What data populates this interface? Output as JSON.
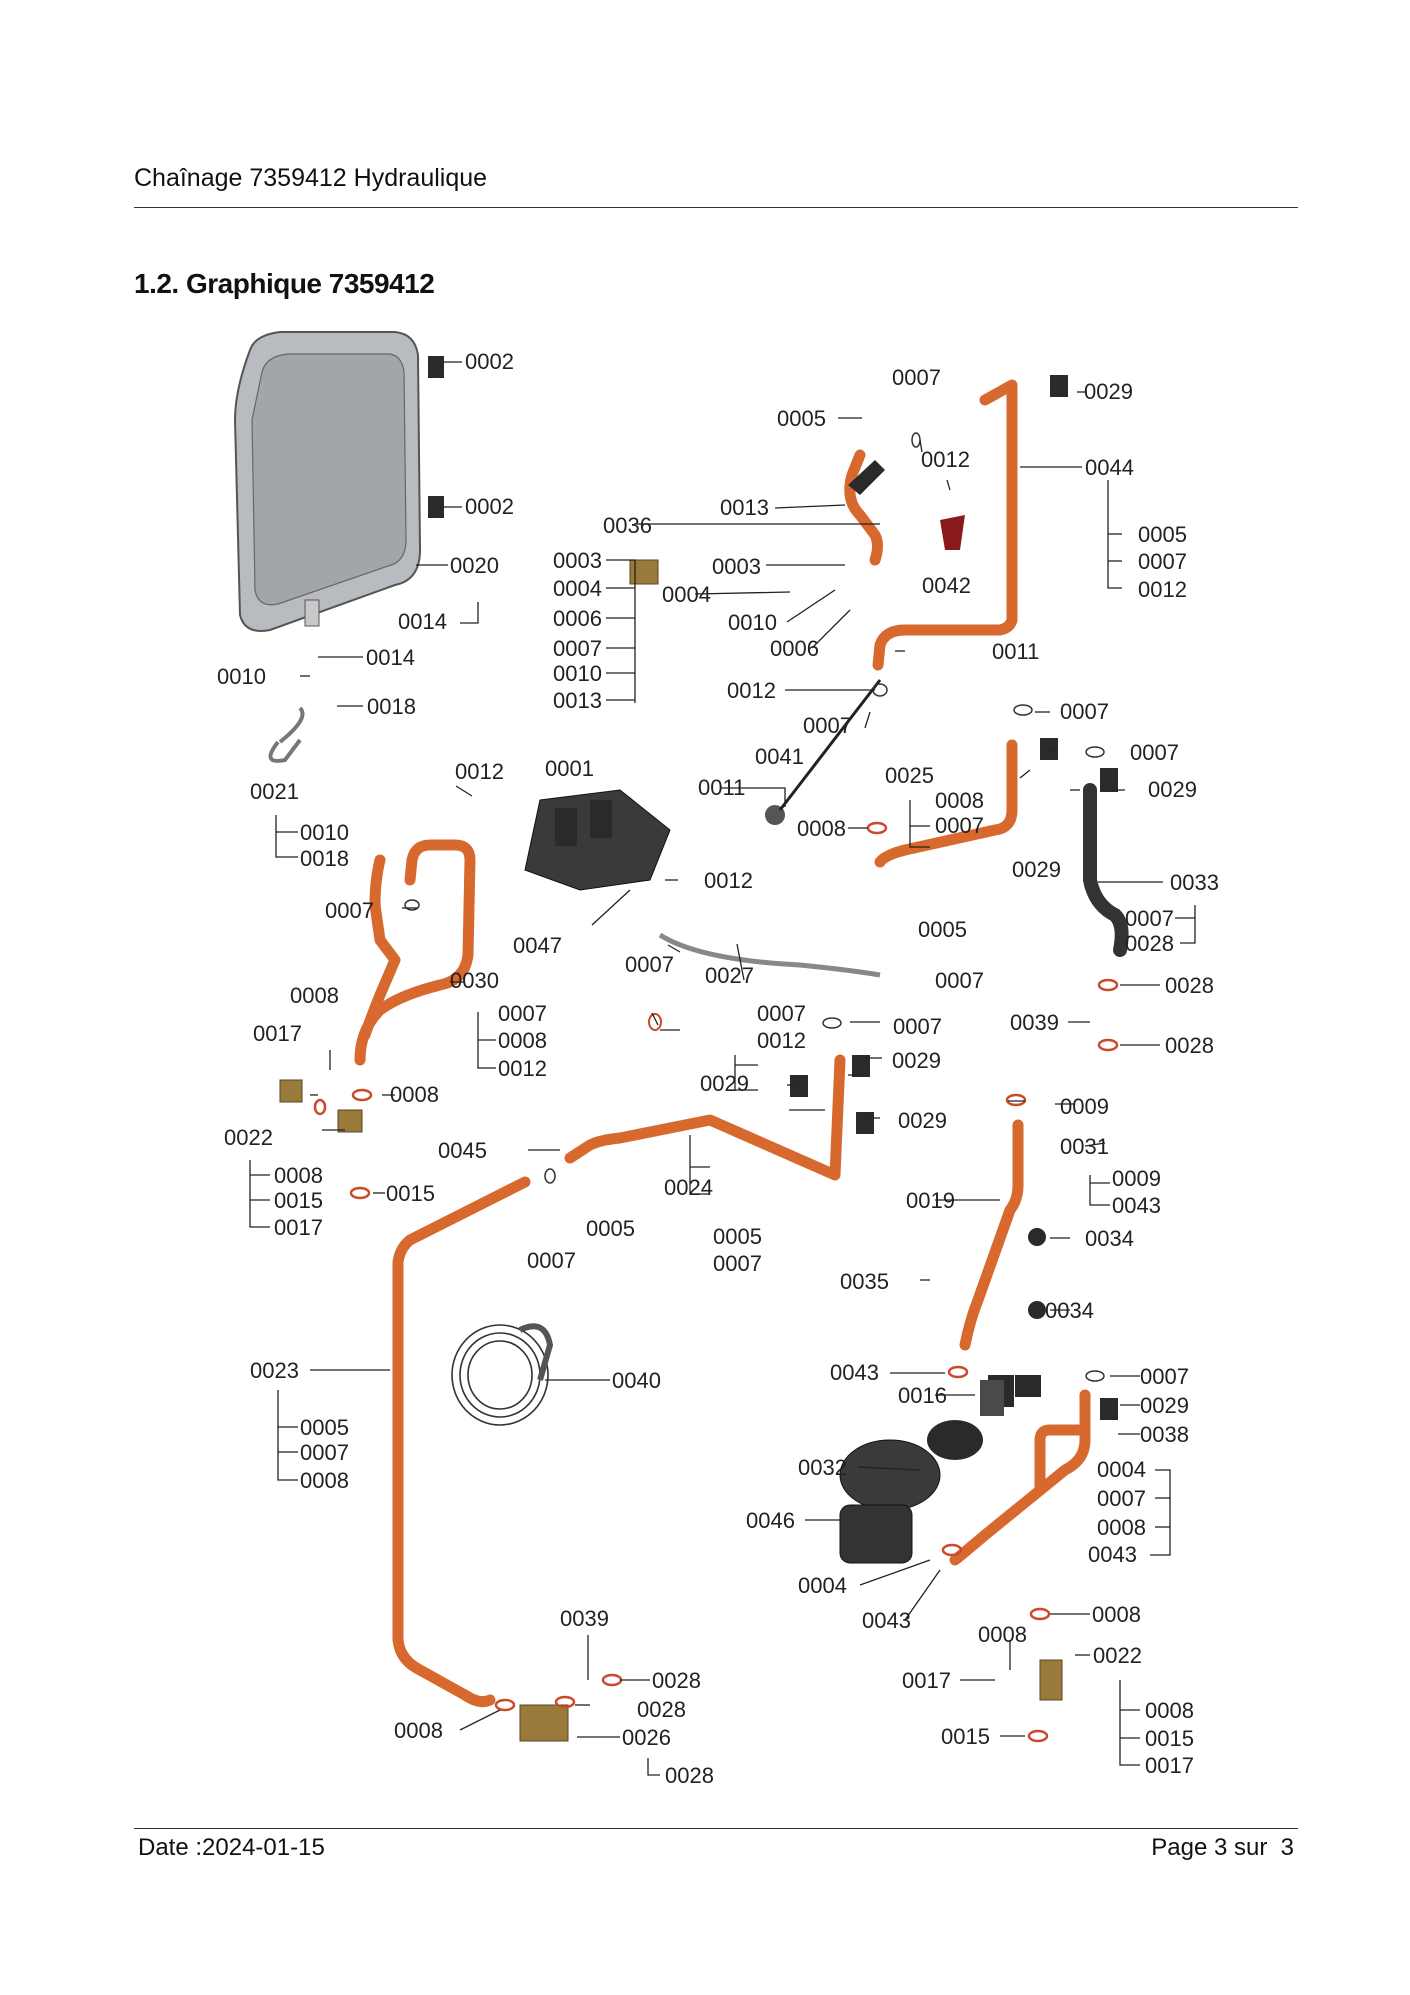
{
  "header": {
    "title": "Chaînage 7359412 Hydraulique"
  },
  "section": {
    "title": "1.2. Graphique 7359412"
  },
  "footer": {
    "date": "Date :2024-01-15",
    "page": "Page 3 sur  3"
  },
  "callouts": [
    "0002",
    "0002",
    "0020",
    "0014",
    "0014",
    "0010",
    "0018",
    "0021",
    "0010",
    "0018",
    "0005",
    "0007",
    "0029",
    "0012",
    "0044",
    "0005",
    "0007",
    "0012",
    "0013",
    "0036",
    "0003",
    "0004",
    "0006",
    "0007",
    "0010",
    "0013",
    "0003",
    "0004",
    "0010",
    "0006",
    "0042",
    "0011",
    "0012",
    "0007",
    "0007",
    "0041",
    "0011",
    "0008",
    "0025",
    "0008",
    "0007",
    "0029",
    "0007",
    "0029",
    "0033",
    "0007",
    "0028",
    "0028",
    "0039",
    "0028",
    "0012",
    "0001",
    "0012",
    "0007",
    "0030",
    "0007",
    "0008",
    "0012",
    "0008",
    "0017",
    "0008",
    "0022",
    "0008",
    "0015",
    "0017",
    "0015",
    "0047",
    "0007",
    "0027",
    "0005",
    "0007",
    "0007",
    "0012",
    "0007",
    "0029",
    "0029",
    "0029",
    "0045",
    "0024",
    "0005",
    "0007",
    "0005",
    "0007",
    "0009",
    "0031",
    "0009",
    "0043",
    "0019",
    "0034",
    "0035",
    "0034",
    "0023",
    "0005",
    "0007",
    "0008",
    "0040",
    "0043",
    "0016",
    "0007",
    "0029",
    "0038",
    "0032",
    "0004",
    "0007",
    "0008",
    "0043",
    "0046",
    "0004",
    "0043",
    "0008",
    "0008",
    "0022",
    "0017",
    "0015",
    "0008",
    "0015",
    "0017",
    "0039",
    "0028",
    "0028",
    "0008",
    "0026",
    "0028"
  ]
}
